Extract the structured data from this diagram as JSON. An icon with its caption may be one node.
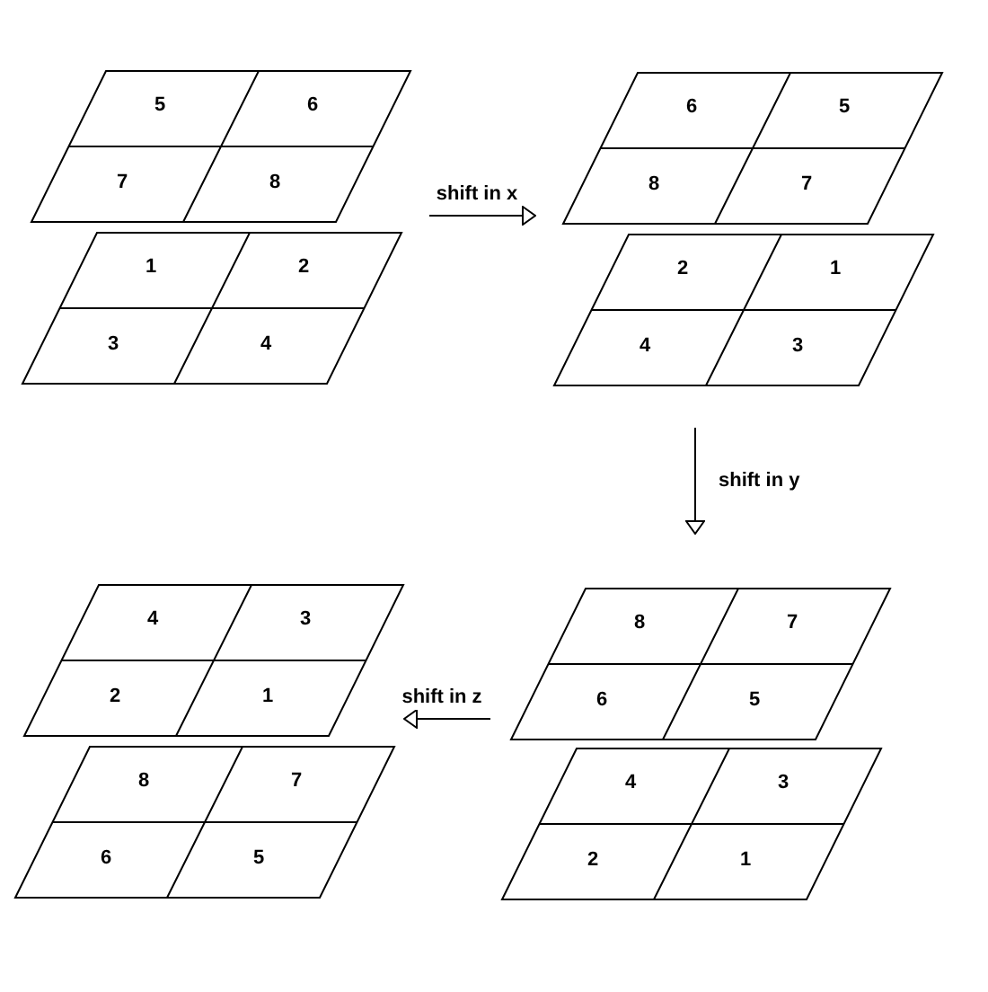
{
  "diagram": {
    "nodes": [
      {
        "text": [],
        "shape": "stack"
      },
      {
        "text": [
          "5",
          "6",
          "7",
          "8"
        ],
        "in": 0
      },
      {
        "text": [
          "1",
          "2",
          "3",
          "4"
        ],
        "in": 0
      },
      {
        "text": [],
        "shape": "stack"
      },
      {
        "text": [
          "6",
          "5",
          "8",
          "7"
        ],
        "in": 3
      },
      {
        "text": [
          "2",
          "1",
          "4",
          "3"
        ],
        "in": 3
      },
      {
        "text": [],
        "shape": "stack"
      },
      {
        "text": [
          "4",
          "3",
          "2",
          "1"
        ],
        "in": 6
      },
      {
        "text": [
          "8",
          "7",
          "6",
          "5"
        ],
        "in": 6
      },
      {
        "text": [],
        "shape": "stack"
      },
      {
        "text": [
          "8",
          "7",
          "6",
          "5"
        ],
        "in": 9
      },
      {
        "text": [
          "4",
          "3",
          "2",
          "1"
        ],
        "in": 9
      }
    ],
    "edges": [
      {
        "from": 0,
        "to": 3,
        "arrow": "to",
        "label": "shift in x"
      },
      {
        "from": 3,
        "to": 9,
        "arrow": "to",
        "label": "shift in y"
      },
      {
        "from": 9,
        "to": 6,
        "arrow": "to",
        "label": "shift in z"
      }
    ]
  }
}
